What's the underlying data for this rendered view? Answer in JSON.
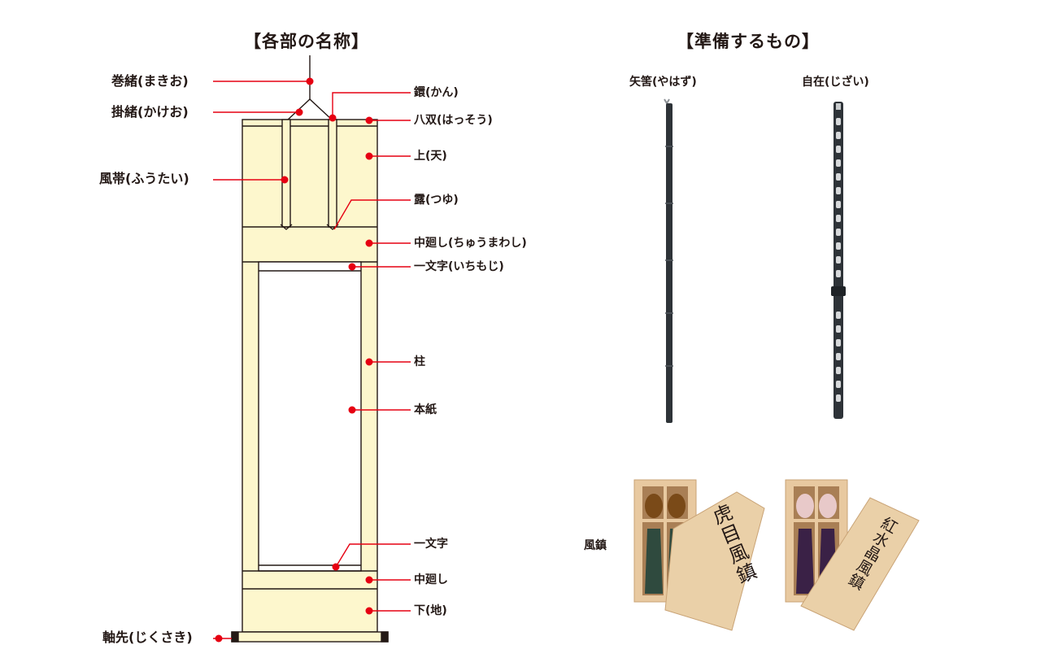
{
  "left_title": "【各部の名称】",
  "right_title": "【準備するもの】",
  "parts_left": {
    "makio": "巻緒(まきお)",
    "kakeo": "掛緒(かけお)",
    "futai": "風帯(ふうたい)",
    "jikusaki": "軸先(じくさき)"
  },
  "parts_right": {
    "kan": "鐶(かん)",
    "hassou": "八双(はっそう)",
    "ue": "上(天)",
    "tsuyu": "露(つゆ)",
    "chumawashi_top": "中廻し(ちゅうまわし)",
    "ichimonji_top": "一文字(いちもじ)",
    "hashira": "柱",
    "honshi": "本紙",
    "ichimonji_bottom": "一文字",
    "chumawashi_bottom": "中廻し",
    "shita": "下(地)"
  },
  "items": {
    "yahazu": "矢筈(やはず)",
    "jizai": "自在(じざい)",
    "fuchin": "風鎮",
    "box1_text": "虎目風鎮",
    "box2_text": "紅水晶風鎮"
  },
  "colors": {
    "scroll_fill": "#fdf7cd",
    "outline": "#231815",
    "marker": "#e60012",
    "wood": "#e8c9a0",
    "pole": "#2e3338"
  }
}
